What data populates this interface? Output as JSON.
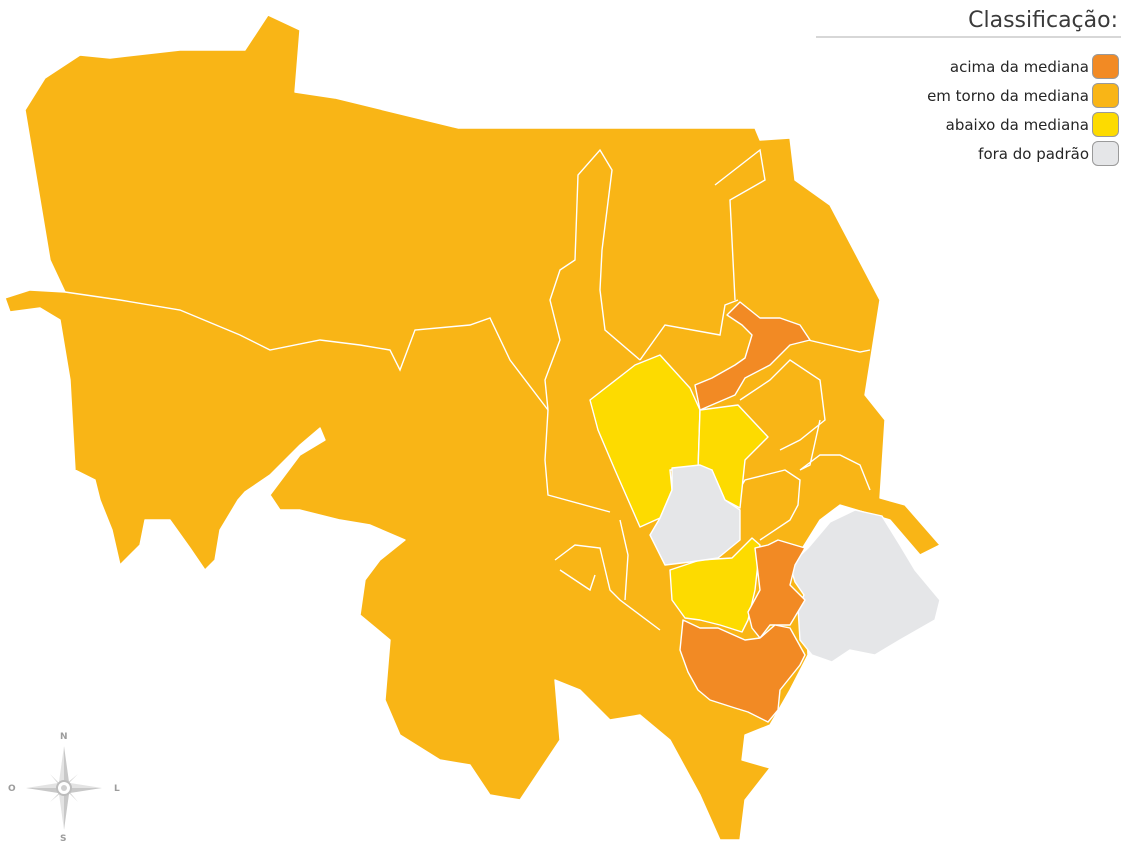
{
  "legend": {
    "title": "Classificação:",
    "items": [
      {
        "label": "acima da mediana",
        "color": "#f28a24"
      },
      {
        "label": "em torno da mediana",
        "color": "#f9b516"
      },
      {
        "label": "abaixo da mediana",
        "color": "#fddb00"
      },
      {
        "label": "fora do padrão",
        "color": "#e5e6e8"
      }
    ]
  },
  "compass": {
    "north": "N",
    "south": "S",
    "east": "L",
    "west": "O"
  }
}
